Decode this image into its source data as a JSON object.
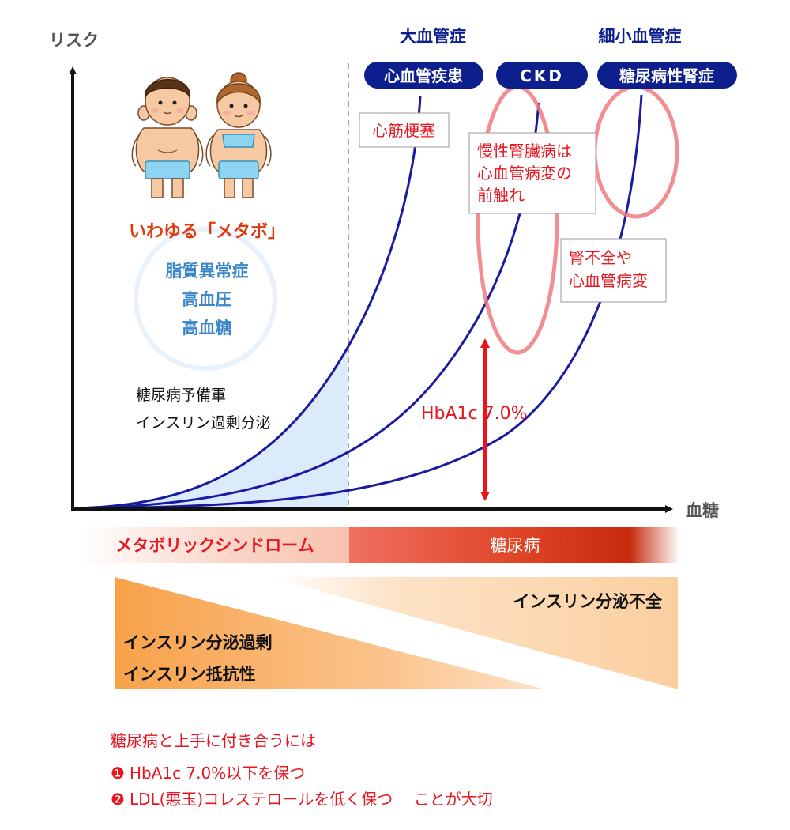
{
  "axes": {
    "y_label": "リスク",
    "x_label": "血糖"
  },
  "categories": {
    "macro": "大血管症",
    "micro": "細小血管症"
  },
  "pills": [
    {
      "label": "心血管疾患"
    },
    {
      "label": "CKD"
    },
    {
      "label": "糖尿病性腎症"
    }
  ],
  "annotations": {
    "mi": "心筋梗塞",
    "ckd_note": [
      "慢性腎臓病は",
      "心血管病変の",
      "前触れ"
    ],
    "renal_note": [
      "腎不全や",
      "心血管病変"
    ],
    "hba1c": "HbA1c 7.0%"
  },
  "metabo": {
    "label": "いわゆる「メタボ」",
    "conditions": [
      "脂質異常症",
      "高血圧",
      "高血糖"
    ]
  },
  "prediabetes": [
    "糖尿病予備軍",
    "インスリン過剰分泌"
  ],
  "bands": {
    "metabolic_syndrome": "メタボリックシンドローム",
    "diabetes": "糖尿病"
  },
  "insulin": {
    "deficiency": "インスリン分泌不全",
    "excess": [
      "インスリン分泌過剰",
      "インスリン抵抗性"
    ]
  },
  "advice": {
    "title": "糖尿病と上手に付き合うには",
    "items": [
      {
        "num": "❶",
        "text": "HbA1c 7.0%以下を保つ"
      },
      {
        "num": "❷",
        "text": "LDL(悪玉)コレステロールを低く保つ　 ことが大切"
      }
    ]
  },
  "colors": {
    "curve": "#1a1aa0",
    "pill": "#0d1f8c",
    "red": "#e8141e",
    "metabo_text": "#e03a10",
    "condition_text": "#3a86c8",
    "highlight": "#f07a7e"
  }
}
